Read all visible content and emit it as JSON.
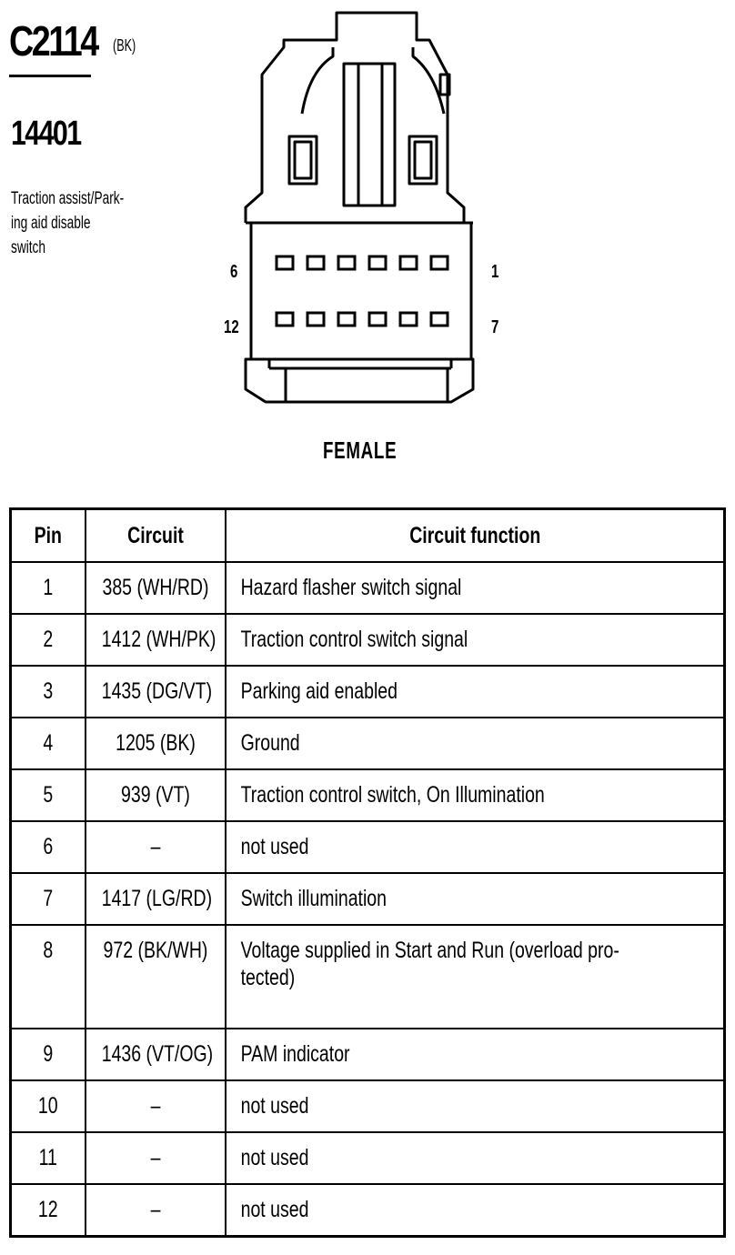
{
  "header": {
    "connector_id": "C2114",
    "connector_color": "(BK)",
    "part_number": "14401",
    "description": "Traction assist/Park-\ning aid disable\nswitch"
  },
  "connector": {
    "pin_labels": {
      "top_left": "6",
      "top_right": "1",
      "bottom_left": "12",
      "bottom_right": "7"
    },
    "gender": "FEMALE"
  },
  "table": {
    "headers": [
      "Pin",
      "Circuit",
      "Circuit function"
    ],
    "rows": [
      {
        "pin": "1",
        "circuit": "385 (WH/RD)",
        "function": "Hazard flasher switch signal"
      },
      {
        "pin": "2",
        "circuit": "1412 (WH/PK)",
        "function": "Traction control switch signal"
      },
      {
        "pin": "3",
        "circuit": "1435 (DG/VT)",
        "function": "Parking aid enabled"
      },
      {
        "pin": "4",
        "circuit": "1205 (BK)",
        "function": "Ground"
      },
      {
        "pin": "5",
        "circuit": "939 (VT)",
        "function": "Traction control switch, On Illumination"
      },
      {
        "pin": "6",
        "circuit": "–",
        "function": "not used"
      },
      {
        "pin": "7",
        "circuit": "1417 (LG/RD)",
        "function": "Switch illumination"
      },
      {
        "pin": "8",
        "circuit": "972 (BK/WH)",
        "function": "Voltage supplied in Start and Run (overload pro-\ntected)"
      },
      {
        "pin": "9",
        "circuit": "1436 (VT/OG)",
        "function": "PAM indicator"
      },
      {
        "pin": "10",
        "circuit": "–",
        "function": "not used"
      },
      {
        "pin": "11",
        "circuit": "–",
        "function": "not used"
      },
      {
        "pin": "12",
        "circuit": "–",
        "function": "not used"
      }
    ]
  }
}
